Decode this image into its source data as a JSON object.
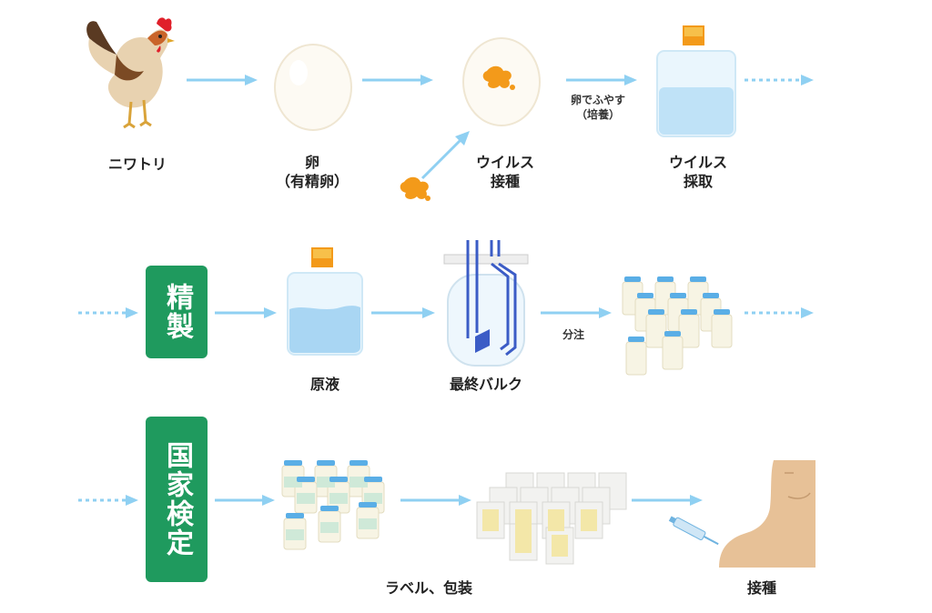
{
  "labels": {
    "chicken": "ニワトリ",
    "egg": "卵\n（有精卵）",
    "virus_inoculation": "ウイルス\n接種",
    "incubate": "卵でふやす\n（培養）",
    "virus_harvest": "ウイルス\n採取",
    "crude": "原液",
    "final_bulk": "最終バルク",
    "fill": "分注",
    "label_pack": "ラベル、包装",
    "vaccination": "接種"
  },
  "stages": {
    "purification": "精製",
    "national_test": "国家検定"
  },
  "colors": {
    "arrow": "#8fd0f2",
    "stage_green": "#1f9a5e",
    "virus_orange": "#f39a1a",
    "bottle_blue": "#bfe2f7",
    "skin": "#e7c197"
  }
}
